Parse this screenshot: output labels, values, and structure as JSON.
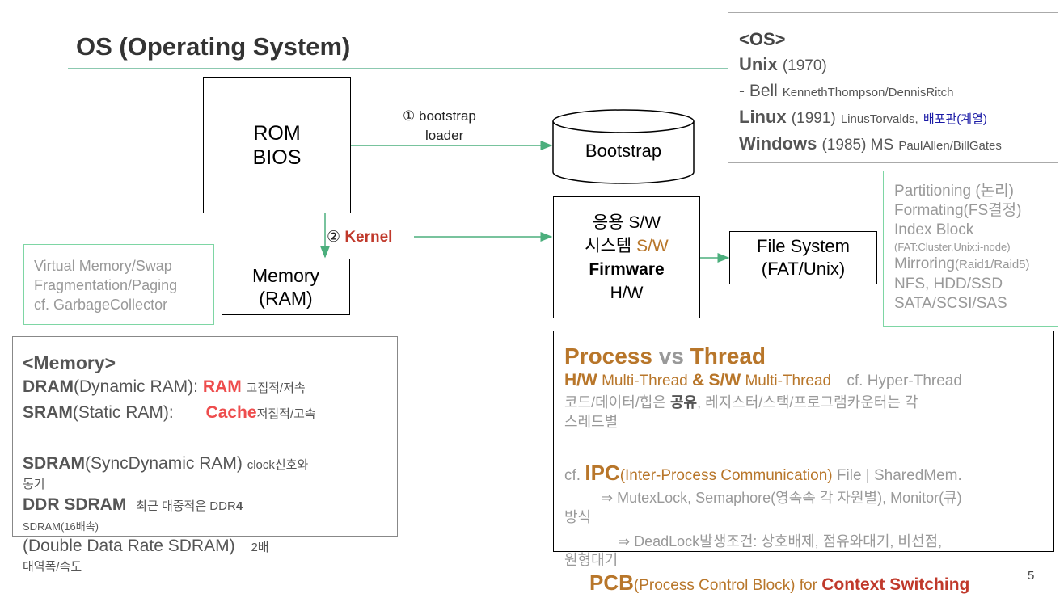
{
  "title": "OS (Operating System)",
  "rom_box": {
    "line1": "ROM",
    "line2": "BIOS"
  },
  "bootstrap_label": {
    "num": "①",
    "line1": "bootstrap",
    "line2": "loader"
  },
  "bootstrap_box": "Bootstrap",
  "kernel_label": {
    "num": "②",
    "text": "Kernel"
  },
  "memory_box": {
    "line1": "Memory",
    "line2": "(RAM)"
  },
  "stack_box": {
    "app_prefix": "응용",
    "app_sw": "S/W",
    "sys_prefix": "시스템",
    "sys_sw": "S/W",
    "firmware": "Firmware",
    "hw": "H/W"
  },
  "fs_box": {
    "line1": "File System",
    "line2": "(FAT/Unix)"
  },
  "vm_notes": [
    "Virtual Memory/Swap",
    "Fragmentation/Paging",
    "cf. GarbageCollector"
  ],
  "os_box": {
    "heading": "<OS>",
    "unix": {
      "name": "Unix",
      "year": "(1970)"
    },
    "bell": {
      "prefix": "- Bell",
      "people": "KennethThompson/DennisRitch"
    },
    "linux": {
      "name": "Linux",
      "year": "(1991)",
      "people": "LinusTorvalds,",
      "link": "배포판(계열)"
    },
    "windows": {
      "name": "Windows",
      "year": "(1985) MS",
      "people": "PaulAllen/BillGates"
    }
  },
  "fs_notes": {
    "partitioning": "Partitioning (논리)",
    "formating": "Formating(FS결정)",
    "index_block": "Index Block",
    "index_detail": "(FAT:Cluster,Unix:i-node)",
    "mirroring": "Mirroring",
    "mirroring_detail": "(Raid1/Raid5)",
    "nfs": "NFS, HDD/SSD",
    "sata": "SATA/SCSI/SAS"
  },
  "memory_panel": {
    "heading": "<Memory>",
    "dram": {
      "name": "DRAM",
      "full": "(Dynamic RAM):",
      "tag": "RAM",
      "note": "고집적/저속"
    },
    "sram": {
      "name": "SRAM",
      "full": "(Static RAM):",
      "tag": "Cache",
      "note": "저집적/고속"
    },
    "sdram": {
      "name": "SDRAM",
      "full": "(SyncDynamic RAM)",
      "note1": "clock신호와",
      "note2": "동기"
    },
    "ddr": {
      "name": "DDR SDRAM",
      "note": "최근 대중적은 DDR",
      "note_bold": "4",
      "note2": "SDRAM(16배속)"
    },
    "double": {
      "full": "(Double Data Rate SDRAM)",
      "note1": "2배",
      "note2": "대역폭/속도"
    }
  },
  "process_panel": {
    "title_a": "Process",
    "title_vs": "vs",
    "title_b": "Thread",
    "hw": "H/W",
    "hw_mt": "Multi-Thread",
    "amp": "&",
    "sw": "S/W",
    "sw_mt": "Multi-Thread",
    "cf_hyper": "cf. Hyper-Thread",
    "share_pre": "코드/데이터/힙은",
    "share_bold": "공유",
    "share_post": ", 레지스터/스택/프로그램카운터는 각",
    "share_line2": "스레드별",
    "cf": "cf.",
    "ipc": "IPC",
    "ipc_full": "(Inter-Process Communication)",
    "ipc_tail": "File | SharedMem.",
    "mutex": "⇒ MutexLock, Semaphore(영속속 각 자원별), Monitor(큐)",
    "mutex2": "방식",
    "deadlock": "⇒ DeadLock발생조건: 상호배제, 점유와대기, 비선점,",
    "deadlock2": "원형대기",
    "pcb": "PCB",
    "pcb_full": "(Process Control Block) for",
    "ctx": "Context Switching"
  },
  "page_number": "5",
  "colors": {
    "arrow": "#4caf7d",
    "orange": "#b8762a",
    "red": "#ee4d4d",
    "green_border": "#7ed6a4"
  }
}
